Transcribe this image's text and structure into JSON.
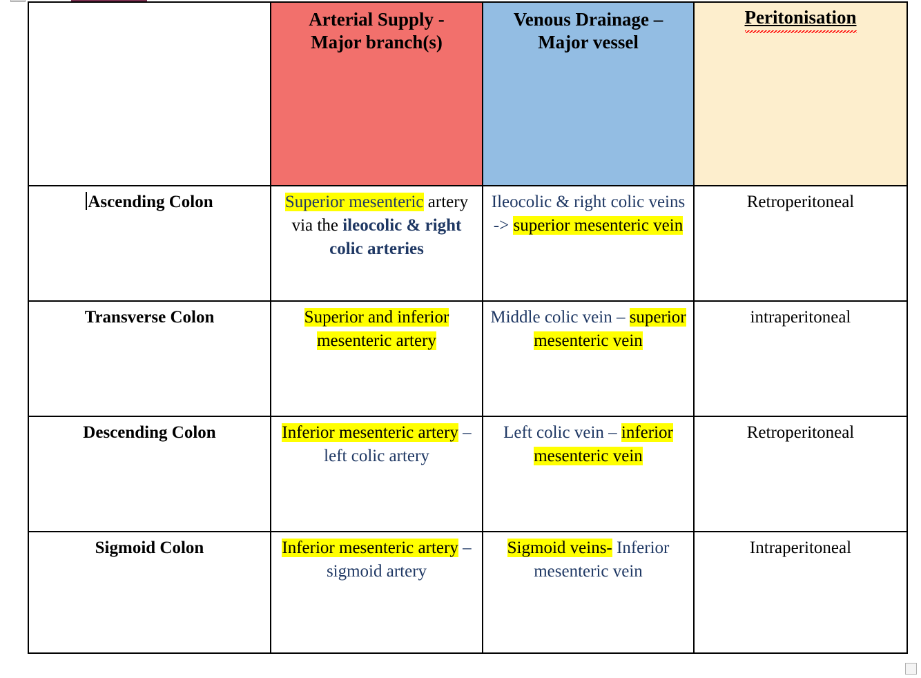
{
  "document": {
    "table": {
      "columns": [
        {
          "key": "organ",
          "header": ""
        },
        {
          "key": "artery",
          "header": "Arterial Supply - Major branch(s)",
          "header_bg": "#F2706C"
        },
        {
          "key": "vein",
          "header": "Venous Drainage – Major vessel",
          "header_bg": "#93BDE3"
        },
        {
          "key": "perit",
          "header": "Peritonisation",
          "header_bg": "#FDEECD"
        }
      ],
      "header": {
        "arterial_line1": "Arterial Supply -",
        "arterial_line2": "Major branch(s)",
        "venous_line1": "Venous Drainage –",
        "venous_line2": "Major vessel",
        "peritonisation": "Peritonisation"
      },
      "rows": [
        {
          "organ": "Ascending Colon",
          "artery": {
            "runs": [
              {
                "text": "Superior mesenteric",
                "highlight": true,
                "bold": false,
                "color": "#1F3864"
              },
              {
                "text": " artery via the ",
                "highlight": false,
                "bold": false,
                "color": "#000000"
              },
              {
                "text": "ileocolic & right colic arteries",
                "highlight": false,
                "bold": true,
                "color": "#1F3864"
              }
            ]
          },
          "vein": {
            "runs": [
              {
                "text": "Ileocolic & right colic veins -> ",
                "highlight": false,
                "bold": false,
                "color": "#1F3864"
              },
              {
                "text": "superior mesenteric vein",
                "highlight": true,
                "bold": false,
                "color": "#000000"
              }
            ]
          },
          "perit": "Retroperitoneal"
        },
        {
          "organ": "Transverse Colon",
          "artery": {
            "runs": [
              {
                "text": "Superior and inferior mesenteric artery",
                "highlight": true,
                "bold": false,
                "color": "#000000"
              }
            ]
          },
          "vein": {
            "runs": [
              {
                "text": "Middle colic vein – ",
                "highlight": false,
                "bold": false,
                "color": "#1F3864"
              },
              {
                "text": "superior mesenteric vein",
                "highlight": true,
                "bold": false,
                "color": "#000000"
              }
            ]
          },
          "perit": "intraperitoneal"
        },
        {
          "organ": "Descending Colon",
          "artery": {
            "runs": [
              {
                "text": "Inferior mesenteric artery",
                "highlight": true,
                "bold": false,
                "color": "#000000"
              },
              {
                "text": " – left colic artery",
                "highlight": false,
                "bold": false,
                "color": "#1F3864"
              }
            ]
          },
          "vein": {
            "runs": [
              {
                "text": "Left colic vein – ",
                "highlight": false,
                "bold": false,
                "color": "#1F3864"
              },
              {
                "text": "inferior mesenteric vein",
                "highlight": true,
                "bold": false,
                "color": "#000000"
              }
            ]
          },
          "perit": "Retroperitoneal"
        },
        {
          "organ": "Sigmoid Colon",
          "artery": {
            "runs": [
              {
                "text": "Inferior mesenteric artery",
                "highlight": true,
                "bold": false,
                "color": "#000000"
              },
              {
                "text": " – sigmoid artery",
                "highlight": false,
                "bold": false,
                "color": "#1F3864"
              }
            ]
          },
          "vein": {
            "runs": [
              {
                "text": "Sigmoid veins-",
                "highlight": true,
                "bold": false,
                "color": "#000000"
              },
              {
                "text": " Inferior mesenteric vein",
                "highlight": false,
                "bold": false,
                "color": "#1F3864"
              }
            ]
          },
          "perit": "Intraperitoneal"
        }
      ]
    },
    "colors": {
      "highlight": "#FFFF00",
      "navy_text": "#1F3864",
      "arterial_header_bg": "#F2706C",
      "venous_header_bg": "#93BDE3",
      "peritonisation_header_bg": "#FDEECD",
      "heading_rule": "#7B2F4F",
      "spellcheck_squiggle": "#FF0000",
      "border": "#000000"
    }
  }
}
